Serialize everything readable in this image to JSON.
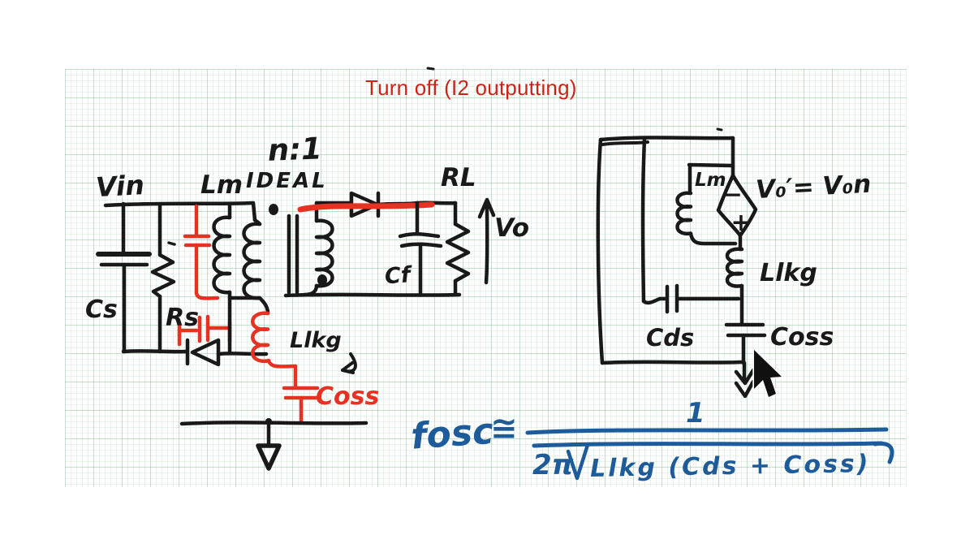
{
  "title": "Turn off (I2 outputting)",
  "board": {
    "ink_black": "#191919",
    "ink_red": "#e63223",
    "ink_blue": "#1e5b9a",
    "title_color": "#cc2418"
  },
  "left_circuit": {
    "turns_ratio": "n:1",
    "vin": "Vin",
    "lm": "Lm",
    "ideal": "IDEAL",
    "rl": "RL",
    "vo": "Vo",
    "cf": "Cf",
    "cs": "Cs",
    "rs": "Rs",
    "llkg": "Llkg",
    "coss": "Coss"
  },
  "right_circuit": {
    "lm": "Lm",
    "vo_equation": "V₀′= V₀n",
    "llkg": "Llkg",
    "cds": "Cds",
    "coss": "Coss",
    "source_minus": "−",
    "source_plus": "+"
  },
  "formula": {
    "lhs": "fosc",
    "relation": "≅",
    "numerator": "1",
    "denominator_prefix": "2π",
    "radicand": "Llkg (Cds + Coss)"
  }
}
